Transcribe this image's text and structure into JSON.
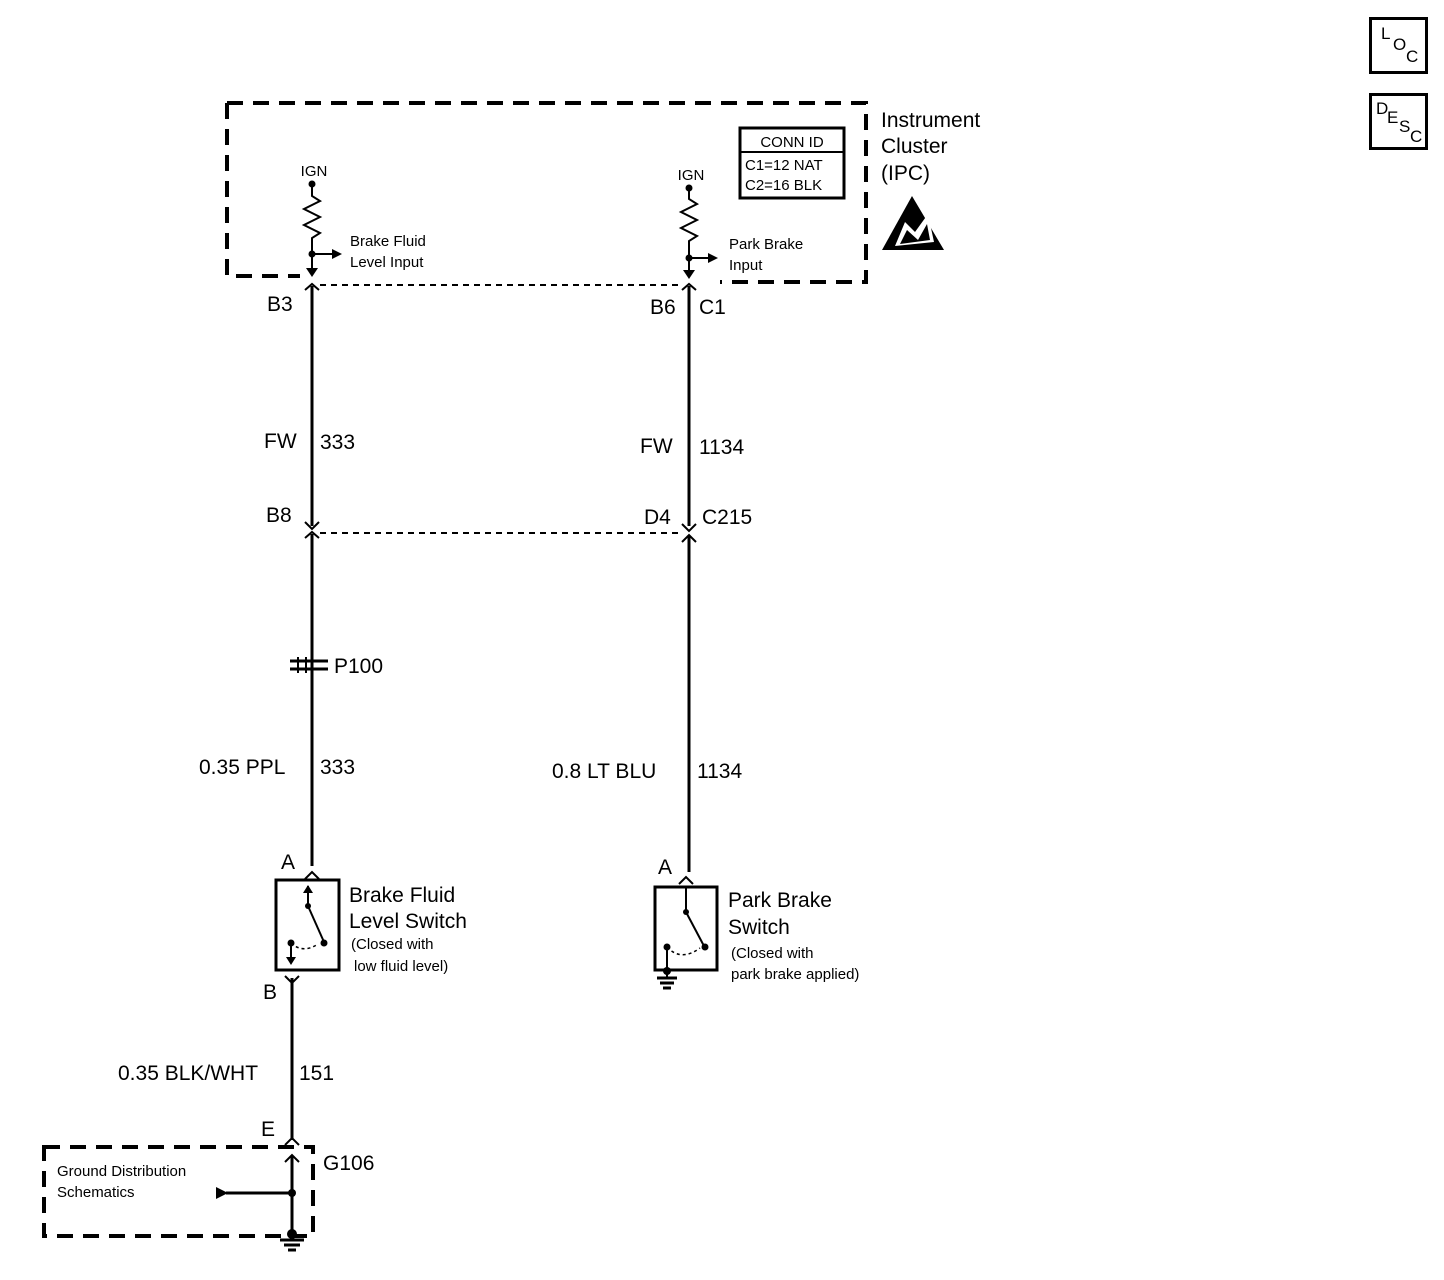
{
  "nav": {
    "loc": {
      "c1": "L",
      "c2": "O",
      "c3": "C"
    },
    "desc": {
      "c1": "D",
      "c2": "E",
      "c3": "S",
      "c4": "C"
    }
  },
  "ipc": {
    "title_line1": "Instrument",
    "title_line2": "Cluster",
    "title_line3": "(IPC)",
    "conn_header": "CONN ID",
    "conn_c1": "C1=12 NAT",
    "conn_c2": "C2=16 BLK",
    "ign_left": "IGN",
    "ign_right": "IGN",
    "brake_fluid_input_line1": "Brake Fluid",
    "brake_fluid_input_line2": "Level Input",
    "park_brake_input_line1": "Park Brake",
    "park_brake_input_line2": "Input"
  },
  "left_circuit": {
    "pin_top": "B3",
    "wire_color_top": "FW",
    "circuit_top": "333",
    "pin_c215": "B8",
    "splice": "P100",
    "wire_color_bottom": "0.35 PPL",
    "circuit_bottom": "333",
    "switch_pin_a": "A",
    "switch_name_line1": "Brake Fluid",
    "switch_name_line2": "Level Switch",
    "switch_note_line1": "(Closed with",
    "switch_note_line2": "low fluid level)",
    "switch_pin_b": "B",
    "ground_wire_color": "0.35 BLK/WHT",
    "ground_circuit": "151",
    "ground_pin": "E",
    "ground_id": "G106",
    "ground_ref_line1": "Ground Distribution",
    "ground_ref_line2": "Schematics"
  },
  "right_circuit": {
    "pin_top": "B6",
    "conn_top": "C1",
    "wire_color_top": "FW",
    "circuit_top": "1134",
    "pin_c215": "D4",
    "conn_c215": "C215",
    "wire_color_bottom": "0.8 LT BLU",
    "circuit_bottom": "1134",
    "switch_pin_a": "A",
    "switch_name_line1": "Park Brake",
    "switch_name_line2": "Switch",
    "switch_note_line1": "(Closed with",
    "switch_note_line2": "park brake applied)"
  }
}
